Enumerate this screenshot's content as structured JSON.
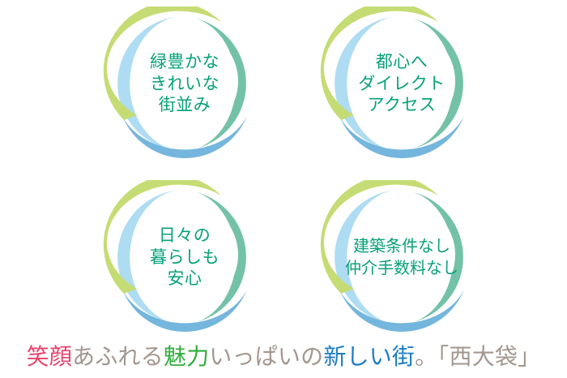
{
  "page": {
    "title": "笑顔あふれる魅力いっぱいの新しい街。「西大袋」",
    "background_color": "#ffffff"
  },
  "colors": {
    "ring_yellow_green": "#c5dc74",
    "ring_teal_green": "#73c2a8",
    "ring_light_blue": "#aedcf2",
    "ring_mid_blue": "#74b6dd",
    "badge_text": "#07a07a",
    "tagline_pink": "#e7436c",
    "tagline_gray": "#a3968f",
    "tagline_green": "#32ad3d",
    "tagline_blue": "#1b7cc4"
  },
  "badges": [
    {
      "id": "badge-green-townscape",
      "name": "badge-green-townscape",
      "lines": "緑豊かな\nきれいな\n街並み",
      "text": "緑豊かなきれいな街並み",
      "wide": false
    },
    {
      "id": "badge-direct-access",
      "name": "badge-direct-access",
      "lines": "都心へ\nダイレクト\nアクセス",
      "text": "都心へダイレクトアクセス",
      "wide": false
    },
    {
      "id": "badge-daily-security",
      "name": "badge-daily-security",
      "lines": "日々の\n暮らしも\n安心",
      "text": "日々の暮らしも安心",
      "wide": false
    },
    {
      "id": "badge-no-conditions",
      "name": "badge-no-fees",
      "lines": "建築条件なし\n仲介手数料なし",
      "text": "建築条件なし仲介手数料なし",
      "wide": true
    }
  ],
  "tagline": {
    "full": "笑顔あふれる魅力いっぱいの新しい街。「西大袋」",
    "segments": [
      {
        "text": "笑顔",
        "color_role": "pink"
      },
      {
        "text": "あふれる",
        "color_role": "gray"
      },
      {
        "text": "魅力",
        "color_role": "green"
      },
      {
        "text": "いっぱいの",
        "color_role": "gray"
      },
      {
        "text": "新しい街",
        "color_role": "blue"
      },
      {
        "text": "。「西大袋」",
        "color_role": "gray"
      }
    ]
  }
}
